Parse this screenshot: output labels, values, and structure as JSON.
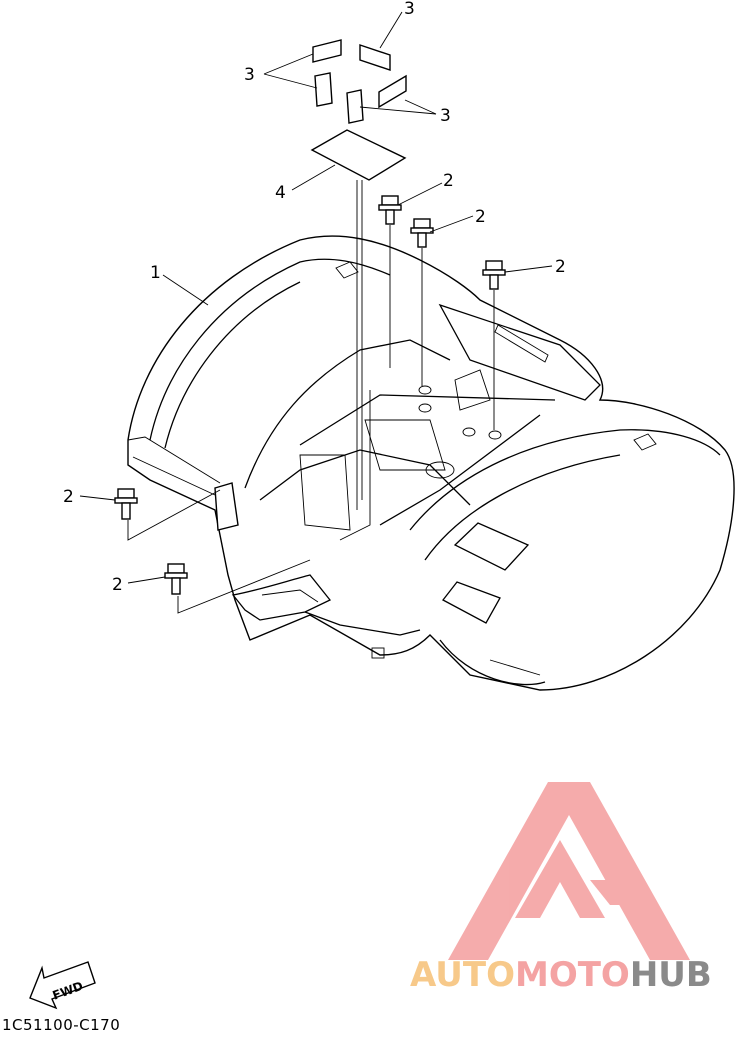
{
  "diagram": {
    "callouts": [
      {
        "id": "c3a",
        "label": "3"
      },
      {
        "id": "c3b",
        "label": "3"
      },
      {
        "id": "c3c",
        "label": "3"
      },
      {
        "id": "c4",
        "label": "4"
      },
      {
        "id": "c2a",
        "label": "2"
      },
      {
        "id": "c2b",
        "label": "2"
      },
      {
        "id": "c2c",
        "label": "2"
      },
      {
        "id": "c1",
        "label": "1"
      },
      {
        "id": "c2d",
        "label": "2"
      },
      {
        "id": "c2e",
        "label": "2"
      }
    ],
    "fwd_label": "FWD",
    "part_code": "1C51100-C170"
  },
  "watermark": {
    "parts": [
      "AUTO",
      "MOTO",
      "HUB"
    ],
    "colors": [
      "#f7c98a",
      "#f4a3a3",
      "#8a8a8a"
    ],
    "logo_color": "#f4a3a3"
  }
}
